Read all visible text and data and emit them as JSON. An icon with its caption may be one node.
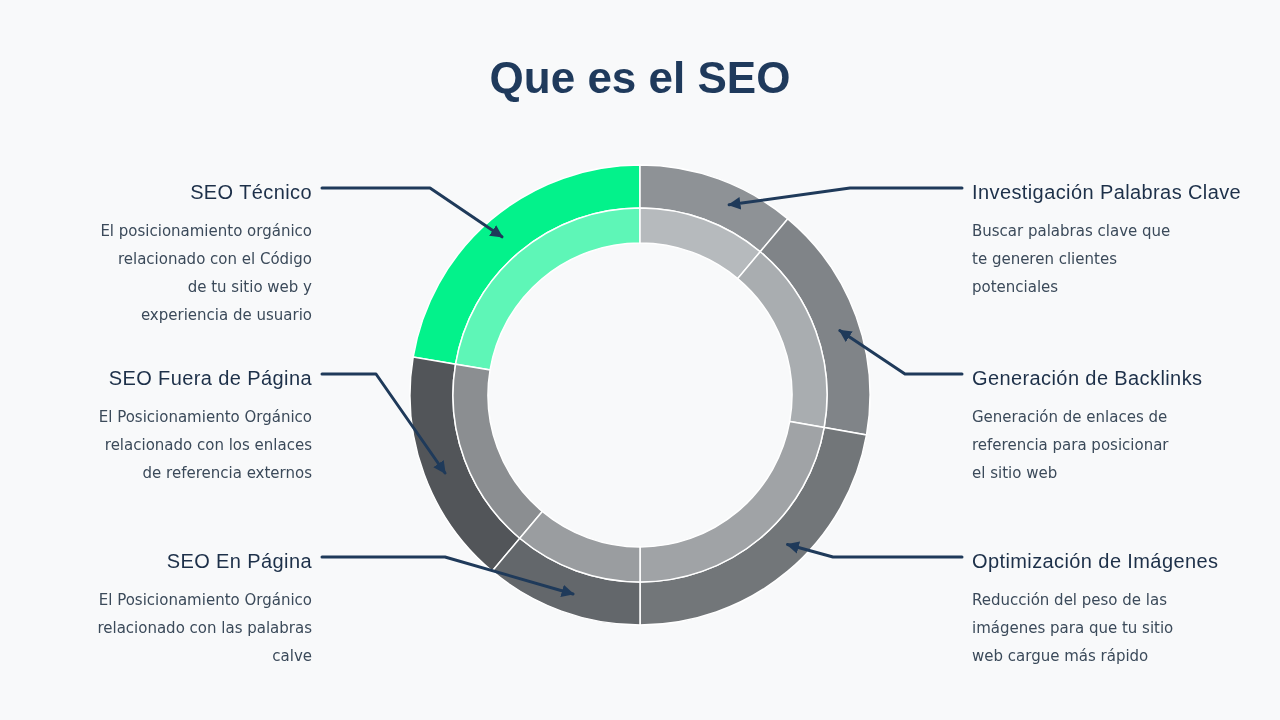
{
  "diagram": {
    "title": "Que es el SEO",
    "nodes": [
      {
        "text": [
          "SEO Técnico",
          "El posicionamiento orgánico relacionado con el Código de tu sitio web y experiencia de usuario"
        ]
      },
      {
        "text": [
          "Investigación Palabras Clave",
          "Buscar palabras clave que te generen clientes potenciales"
        ]
      },
      {
        "text": [
          "SEO Fuera de Página",
          "El Posicionamiento Orgánico relacionado con los enlaces de referencia externos"
        ]
      },
      {
        "text": [
          "Generación de Backlinks",
          "Generación de enlaces de referencia para posicionar el sitio web"
        ]
      },
      {
        "text": [
          "SEO En Página",
          "El Posicionamiento Orgánico relacionado con las palabras calve"
        ]
      },
      {
        "text": [
          "Optimización de Imágenes",
          "Reducción del peso de las imágenes para que tu sitio web cargue más rápido"
        ]
      },
      {
        "text": [],
        "shape": "arc"
      },
      {
        "text": [],
        "shape": "arc"
      },
      {
        "text": [],
        "shape": "arc"
      },
      {
        "text": [],
        "shape": "arc"
      },
      {
        "text": [],
        "shape": "arc"
      },
      {
        "text": [],
        "shape": "arc"
      }
    ],
    "edges": [
      {
        "from": 0,
        "to": 6,
        "arrow": "to"
      },
      {
        "from": 1,
        "to": 7,
        "arrow": "to"
      },
      {
        "from": 2,
        "to": 9,
        "arrow": "to"
      },
      {
        "from": 3,
        "to": 8,
        "arrow": "to"
      },
      {
        "from": 4,
        "to": 11,
        "arrow": "to"
      },
      {
        "from": 5,
        "to": 10,
        "arrow": "to"
      }
    ]
  }
}
